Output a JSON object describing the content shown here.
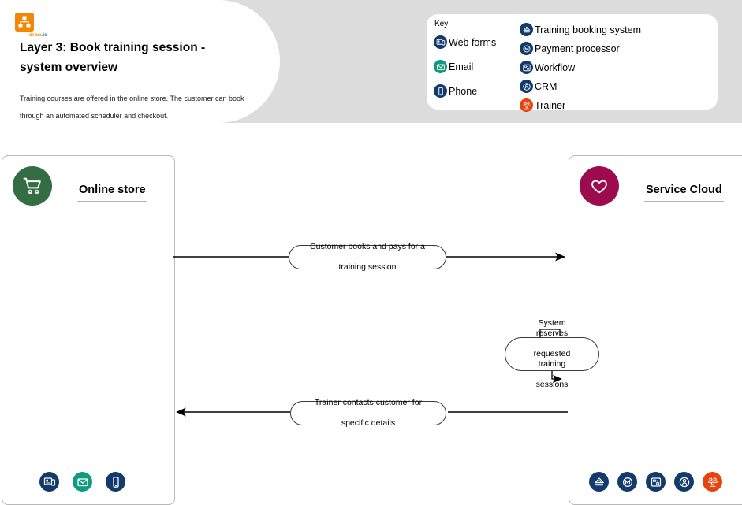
{
  "banner": {
    "logo_name": "drawio-logo",
    "logo_text_a": "draw",
    "logo_text_b": ".io",
    "title": "Layer 3: Book training session - system overview",
    "description": "Training courses are offered in the online store. The customer can book through an automated scheduler and checkout."
  },
  "key": {
    "label": "Key",
    "left_items": [
      {
        "icon": "web-forms-icon",
        "label": "Web forms",
        "color": "#123a6b"
      },
      {
        "icon": "email-icon",
        "label": "Email",
        "color": "#0e9b7f"
      },
      {
        "icon": "phone-icon",
        "label": "Phone",
        "color": "#123a6b"
      }
    ],
    "right_items": [
      {
        "icon": "training-booking-system-icon",
        "label": "Training booking system",
        "color": "#123a6b"
      },
      {
        "icon": "payment-processor-icon",
        "label": "Payment processor",
        "color": "#123a6b"
      },
      {
        "icon": "workflow-icon",
        "label": "Workflow",
        "color": "#123a6b"
      },
      {
        "icon": "crm-icon",
        "label": "CRM",
        "color": "#123a6b"
      },
      {
        "icon": "trainer-icon",
        "label": "Trainer",
        "color": "#e8430d"
      }
    ]
  },
  "lifelines": [
    {
      "id": "online-store",
      "title": "Online store",
      "icon": "shopping-cart-icon",
      "icon_color": "#346c43",
      "footer_icons": [
        {
          "icon": "web-forms-icon",
          "color": "#123a6b"
        },
        {
          "icon": "email-icon",
          "color": "#0e9b7f"
        },
        {
          "icon": "phone-icon",
          "color": "#123a6b"
        }
      ]
    },
    {
      "id": "service-cloud",
      "title": "Service Cloud",
      "icon": "heart-icon",
      "icon_color": "#9c0b4e",
      "footer_icons": [
        {
          "icon": "training-booking-system-icon",
          "color": "#123a6b"
        },
        {
          "icon": "payment-processor-icon",
          "color": "#123a6b"
        },
        {
          "icon": "workflow-icon",
          "color": "#123a6b"
        },
        {
          "icon": "crm-icon",
          "color": "#123a6b"
        },
        {
          "icon": "trainer-icon",
          "color": "#e8430d"
        }
      ]
    }
  ],
  "messages": [
    {
      "id": "message-1",
      "line1": "Customer books and pays for a",
      "line2": "training session",
      "direction": "left-to-right"
    },
    {
      "id": "message-2",
      "line1": "System reserves",
      "line2": "requested training",
      "line3": "sessions",
      "direction": "self"
    },
    {
      "id": "message-3",
      "line1": "Trainer contacts customer for",
      "line2": "specific details",
      "direction": "right-to-left"
    }
  ]
}
